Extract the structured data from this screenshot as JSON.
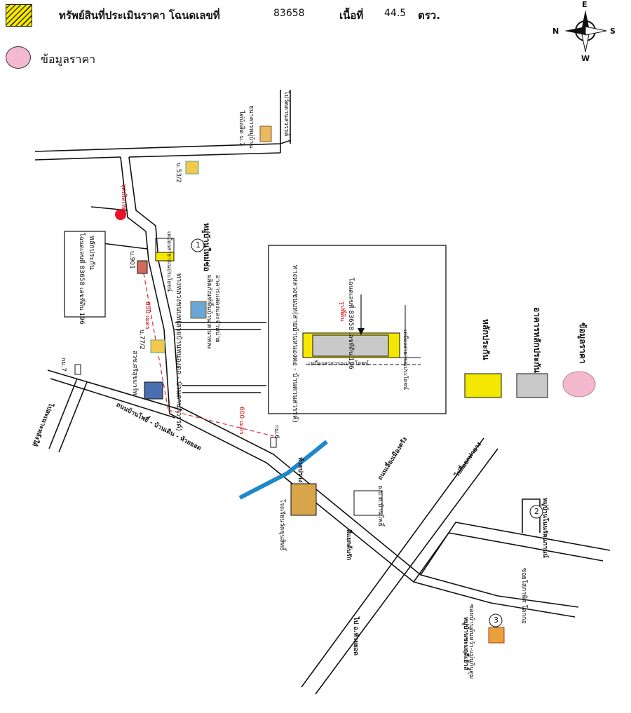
{
  "legend_header": {
    "asset_label": "ทรัพย์สินที่ประเมินราคา โฉนดเลขที่",
    "deed_number": "83658",
    "area_label": "เนื้อที่",
    "area_value": "44.5",
    "area_unit": "ตรว.",
    "price_data_label": "ข้อมูลราคา"
  },
  "compass": {
    "n": "N",
    "s": "S",
    "e": "E",
    "w": "W"
  },
  "colors": {
    "collateral_yellow": "#f5e800",
    "price_pink": "#f4b8cf",
    "red_marker": "#e5142b",
    "creek_blue": "#1e88c8",
    "dashed_red": "#d92b2b"
  },
  "map_labels": {
    "to_wat_phra_sawan": "ไปวัดดานสวรรค์",
    "bank_village": "ธนาคารหมู่บ้าน",
    "dot_soi_7": "ได่บ้อสิต ม.7",
    "moo_53_2": "บ.53/2",
    "red_spot": "จุดเกิดเหตุ",
    "collateral_box_1": "หลักประกัน",
    "collateral_box_2": "โฉนดเลขที่ 83658 เลขที่ดิน 196",
    "moo_901": "บ.901",
    "village_1": "หมู่บ้านใหม่ช่อ",
    "public_land": "เหมืองสาธารณประโยชน์",
    "road_main": "ทางหลวงชนบท(สายบ้านหนองดอ - บ้านดานสวรรค์)",
    "dist_650": "650 เมตร",
    "dist_600": "600 เมตร",
    "building_distributor": "อาคารแสดงและจำหน่าย",
    "building_products": "ผลิตภัณฑ์พื้นบ้าน ต.นาพละ",
    "moo_77_2": "บ.77/2",
    "school_sign": "สวช.ศรีสุขมาร์ท",
    "km7": "กม.7",
    "to_sa_nang": "ไปสะเนาะหลังใต้",
    "road_bantip": "ถนนบ้านโพธิ์ - บ้านเดิน - ห้วยยอด",
    "km6": "กม.6",
    "creek": "ห้วยปราง",
    "school": "โรงเรียนวัดขุนสิทธิ์",
    "district_office": "อ.บ.ต.บ้านโพธิ์",
    "to_kan_tha_yang": "ไปสี่แยกท่ายาง",
    "village_2": "หมู่บ้านโนนรัตนกานน์",
    "road_huaiyot": "ถนนเลี่ยงเมืองตรัง",
    "crossing": "สี่แยกต้นรัก",
    "to_huai_yot": "ไป อ.ห้วยยอด",
    "soi_phet": "ซอยโสภาพิศ โคกกอ",
    "soi_ban_ton": "ซอยบ้านต้นหว้า-แม่นกินตูม",
    "village_3": "หมู่บ้านชะมฤดีเฮ้าส์"
  },
  "inset": {
    "road": "ทางหลวงชนบท(สายบ้านหนองดอ - บ้านดานสวรรค์)",
    "plot_deed": "โฉนดเลขที่ 83658 เลขที่ดิน 196",
    "plot_shape": "รูปที่ดิน",
    "public_land": "เหมืองสาธารณประโยชน์",
    "public_land_2": "เหมืองสาธารณประโยชน์"
  },
  "legend_right": {
    "collateral": "หลักประกัน",
    "collateral_building": "อาคารหลักประกัน",
    "price_data": "ข้อมูลราคา"
  },
  "markers": {
    "m1": "1",
    "m2": "2",
    "m3": "3"
  }
}
